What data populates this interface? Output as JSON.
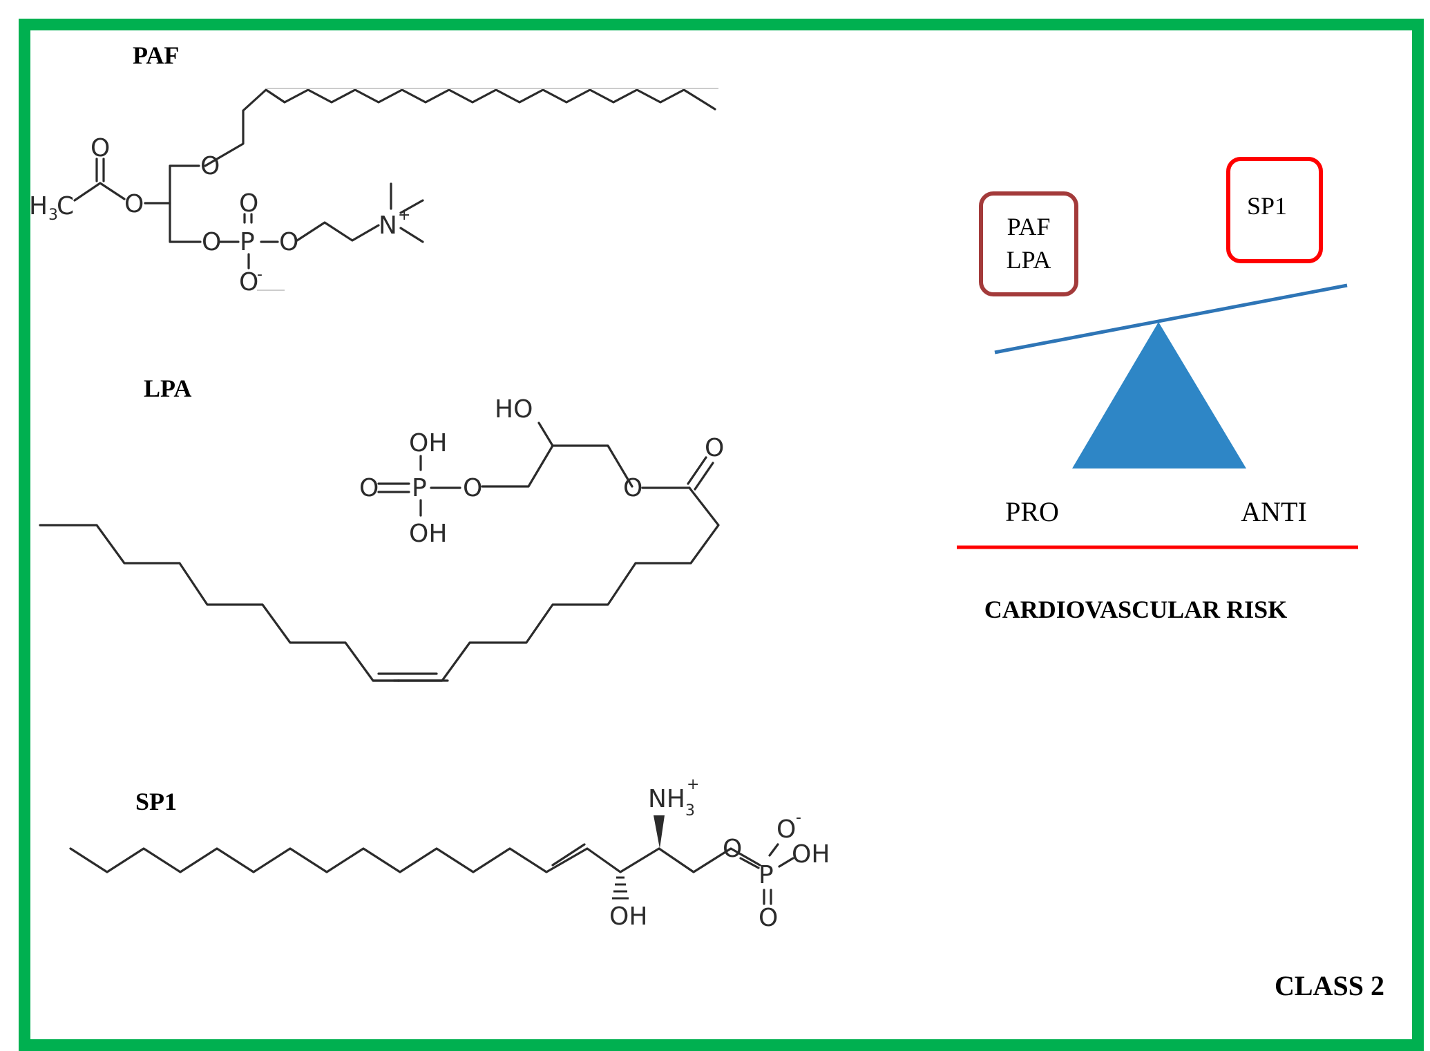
{
  "structures": [
    {
      "name": "PAF"
    },
    {
      "name": "LPA"
    },
    {
      "name": "SP1"
    }
  ],
  "atoms": {
    "O": "O",
    "O_minus": "O",
    "minus": "-",
    "plus": "+",
    "P": "P",
    "N": "N",
    "H": "H",
    "C": "C",
    "sub3": "3",
    "HO": "HO",
    "OH": "OH",
    "NH": "NH"
  },
  "balance": {
    "pro_box": [
      "PAF",
      "LPA"
    ],
    "anti_box": [
      "SP1"
    ],
    "pro_label": "PRO",
    "anti_label": "ANTI",
    "axis_title": "CARDIOVASCULAR RISK"
  },
  "class_label": "CLASS 2",
  "colors": {
    "frame": "#00b050",
    "pro_box_border": "#a33a3a",
    "anti_box_border": "#ff0000",
    "beam": "#2e75b6",
    "fulcrum": "#2e86c6",
    "axis_line": "#ff0000",
    "bond": "#2b2b2b"
  }
}
